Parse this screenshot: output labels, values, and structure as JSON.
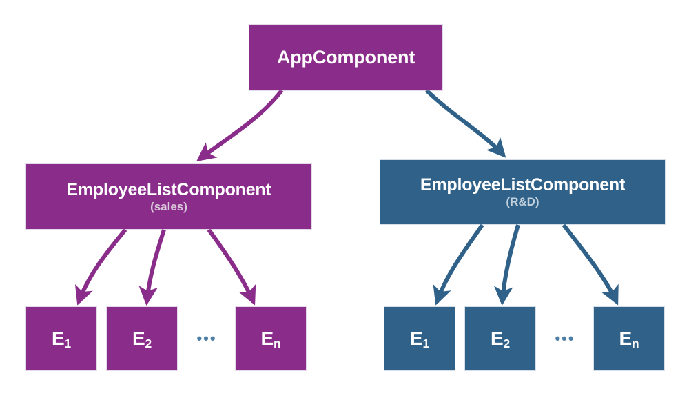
{
  "diagram": {
    "type": "component-tree",
    "title": "Angular component hierarchy with two EmployeeListComponent branches",
    "colors": {
      "purple": "#8a2d8a",
      "blue": "#2f6189",
      "subtitle_on_purple": "#d9c7da",
      "subtitle_on_blue": "#c3d1dc",
      "ellipsis": "#4d7fa6",
      "label": "#ffffff",
      "background": "#ffffff"
    }
  },
  "nodes": {
    "root": {
      "label": "AppComponent",
      "color": "purple"
    },
    "sales_branch": {
      "parent": {
        "label": "EmployeeListComponent",
        "subtitle": "(sales)",
        "color": "purple"
      },
      "leaves": [
        {
          "base": "E",
          "sub": "1"
        },
        {
          "base": "E",
          "sub": "2"
        },
        {
          "base": "E",
          "sub": "n"
        }
      ],
      "ellipsis": "•••"
    },
    "rnd_branch": {
      "parent": {
        "label": "EmployeeListComponent",
        "subtitle": "(R&D)",
        "color": "blue"
      },
      "leaves": [
        {
          "base": "E",
          "sub": "1"
        },
        {
          "base": "E",
          "sub": "2"
        },
        {
          "base": "E",
          "sub": "n"
        }
      ],
      "ellipsis": "•••"
    }
  },
  "edges": [
    {
      "from": "root",
      "to": "sales_branch.parent",
      "color": "purple"
    },
    {
      "from": "root",
      "to": "rnd_branch.parent",
      "color": "blue"
    },
    {
      "from": "sales_branch.parent",
      "to": "sales_branch.leaves.0",
      "color": "purple"
    },
    {
      "from": "sales_branch.parent",
      "to": "sales_branch.leaves.1",
      "color": "purple"
    },
    {
      "from": "sales_branch.parent",
      "to": "sales_branch.leaves.2",
      "color": "purple"
    },
    {
      "from": "rnd_branch.parent",
      "to": "rnd_branch.leaves.0",
      "color": "blue"
    },
    {
      "from": "rnd_branch.parent",
      "to": "rnd_branch.leaves.1",
      "color": "blue"
    },
    {
      "from": "rnd_branch.parent",
      "to": "rnd_branch.leaves.2",
      "color": "blue"
    }
  ]
}
